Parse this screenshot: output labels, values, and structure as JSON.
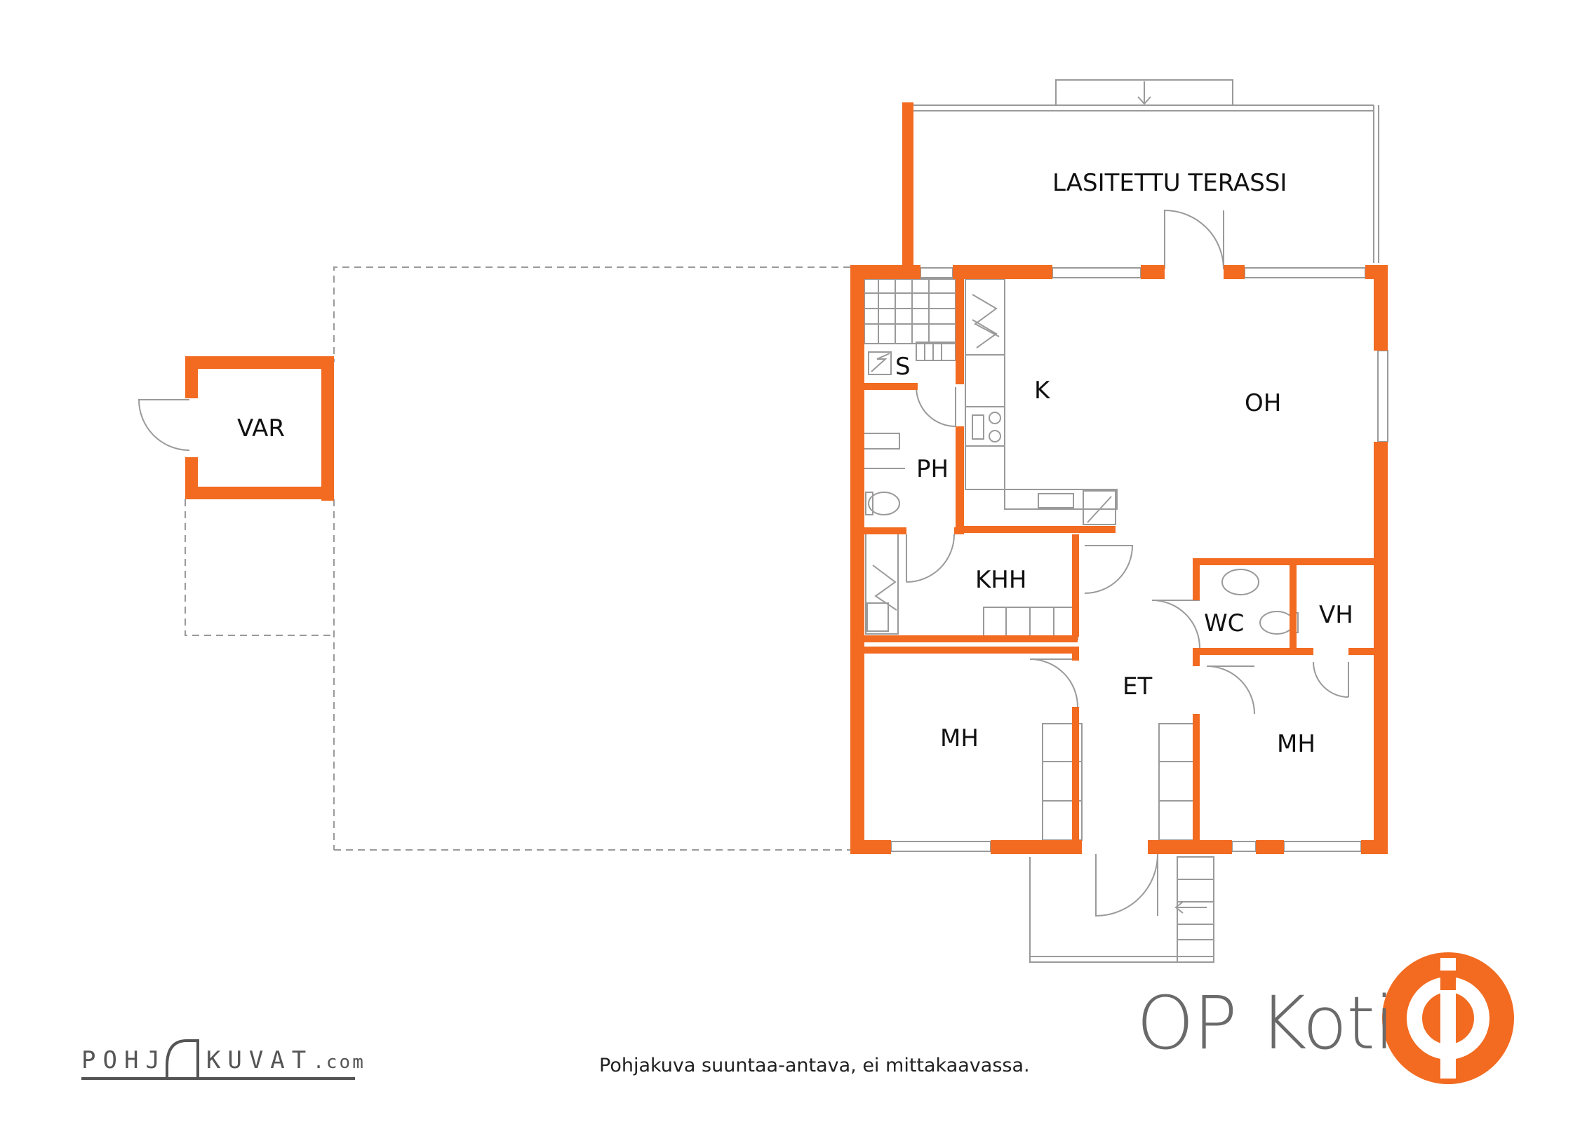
{
  "rooms": {
    "terrace": "LASITETTU TERASSI",
    "var": "VAR",
    "sauna": "S",
    "kitchen": "K",
    "living": "OH",
    "bathroom": "PH",
    "utility": "KHH",
    "wc": "WC",
    "closet": "VH",
    "hall": "ET",
    "bedroom_left": "MH",
    "bedroom_right": "MH"
  },
  "footer": {
    "disclaimer": "Pohjakuva suuntaa-antava, ei mittakaavassa.",
    "brand": "OP Koti",
    "logo_left": "POHJ",
    "logo_right": "KUVAT",
    "logo_domain": ".com"
  },
  "colors": {
    "wall": "#f26b21",
    "line": "#9a9a9a",
    "brand_orange": "#f26b21",
    "brand_gray": "#6a6a6a"
  }
}
